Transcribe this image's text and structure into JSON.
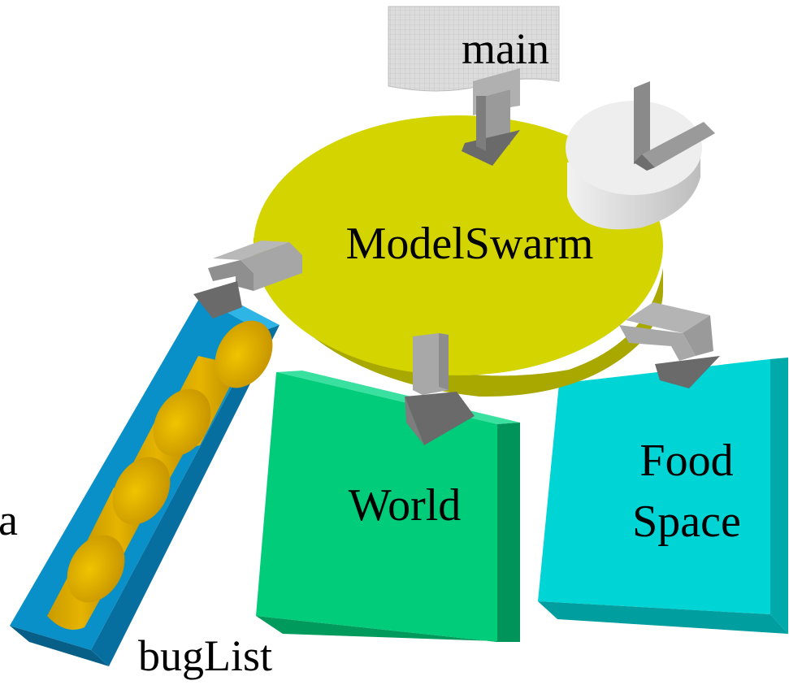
{
  "labels": {
    "main": "main",
    "model_swarm": "ModelSwarm",
    "world": "World",
    "food_line1": "Food",
    "food_line2": "Space",
    "bug_list": "bugList",
    "left_fragment": "a"
  },
  "colors": {
    "model_swarm_top": "#d4d400",
    "model_swarm_side": "#a6a600",
    "world_front": "#00cc7a",
    "world_top": "#29dd95",
    "world_side": "#009a5c",
    "food_front": "#00d4d4",
    "food_top": "#33e2e2",
    "food_side": "#009e9e",
    "buglist_front": "#0a90c8",
    "buglist_side": "#055f88",
    "bug_body": "#d8a800",
    "bug_top": "#e8b800",
    "arrow_light": "#a8a8a8",
    "arrow_dark": "#6a6a6a",
    "clock_body": "#d8d8d8",
    "clock_top": "#f0f0f0",
    "main_box": "#d9d9d9"
  },
  "icons": [
    "clock-icon",
    "arrow-main-to-swarm",
    "arrow-swarm-to-buglist",
    "arrow-swarm-to-world",
    "arrow-swarm-to-foodspace"
  ]
}
